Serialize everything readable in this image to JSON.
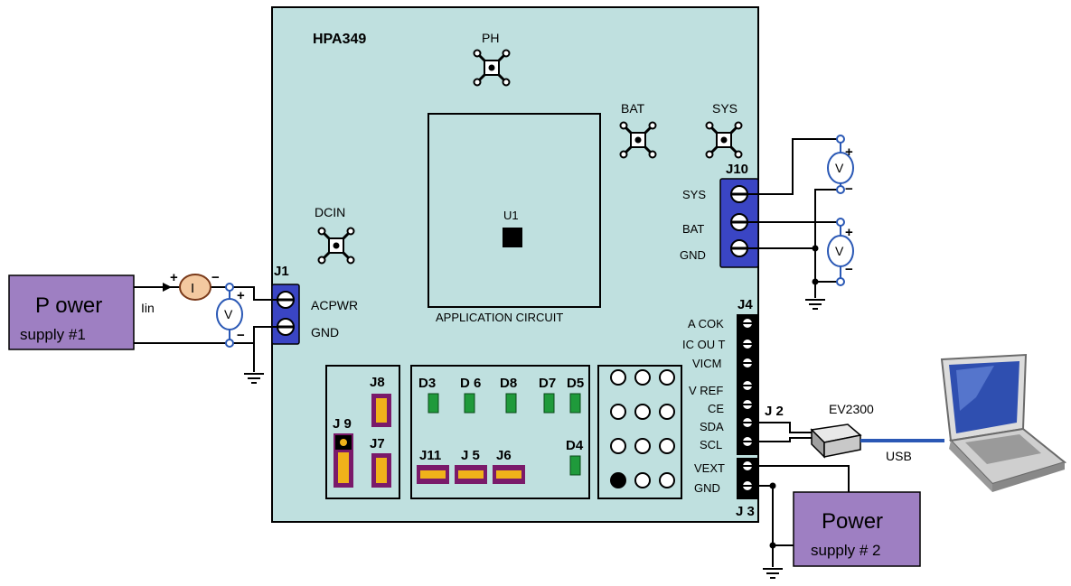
{
  "board": {
    "title": "HPA349",
    "app_circuit": "APPLICATION CIRCUIT",
    "ic": "U1"
  },
  "test_points": {
    "ph": "PH",
    "bat": "BAT",
    "sys": "SYS",
    "dcin": "DCIN"
  },
  "connectors": {
    "j1": {
      "name": "J1",
      "pin1": "ACPWR",
      "pin2": "GND"
    },
    "j10": {
      "name": "J10",
      "pin1": "SYS",
      "pin2": "BAT",
      "pin3": "GND"
    },
    "j4": {
      "name": "J4",
      "pins": [
        "A COK",
        "IC OU T",
        "VICM",
        "V REF",
        "CE",
        "SDA",
        "SCL"
      ]
    },
    "j3": {
      "name": "J 3",
      "pins": [
        "VEXT",
        "GND"
      ]
    },
    "j2": "J 2"
  },
  "jumpers": {
    "j8": "J8",
    "j9": "J 9",
    "j7": "J7",
    "j11": "J11",
    "j5": "J 5",
    "j6": "J6"
  },
  "leds": {
    "d3": "D3",
    "d6": "D 6",
    "d8": "D8",
    "d7": "D7",
    "d5": "D5",
    "d4": "D4"
  },
  "supply1": {
    "line1": "P ower",
    "line2": "supply #1"
  },
  "supply2": {
    "line1": "Power",
    "line2": "supply # 2"
  },
  "meters": {
    "ammeter": "I",
    "voltmeter": "V",
    "plus": "+",
    "minus": "−"
  },
  "current_label": "Iin",
  "ev2300": "EV2300",
  "usb": "USB",
  "colors": {
    "board": "#bfe0df",
    "connector": "#3a45c4",
    "supply": "#9e7fc2",
    "led": "#1f9a3b",
    "jumper": "#7a1a6a",
    "jumper_fill": "#f0b21a",
    "usb_cable": "#2a58b5"
  }
}
